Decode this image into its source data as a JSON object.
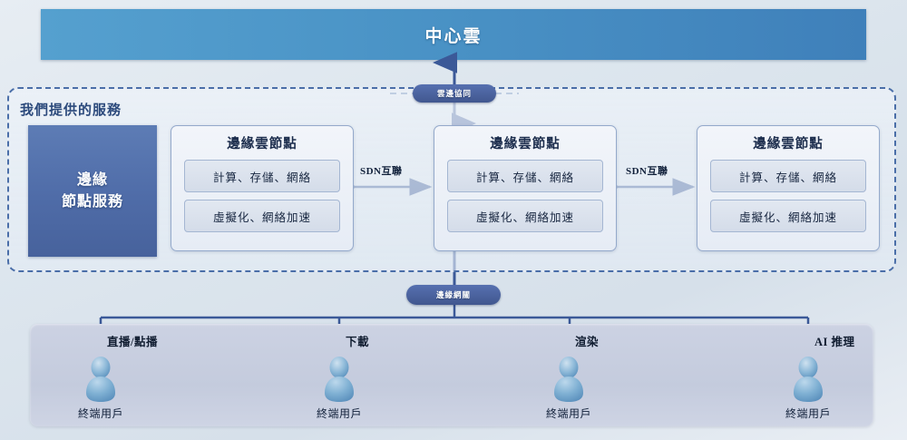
{
  "banner": {
    "label": "中心雲"
  },
  "services_panel": {
    "title": "我們提供的服務",
    "edge_service_box": {
      "line1": "邊緣",
      "line2": "節點服務"
    },
    "nodes": [
      {
        "title": "邊緣雲節點",
        "sub1": "計算、存儲、網絡",
        "sub2": "虛擬化、網絡加速"
      },
      {
        "title": "邊緣雲節點",
        "sub1": "計算、存儲、網絡",
        "sub2": "虛擬化、網絡加速"
      },
      {
        "title": "邊緣雲節點",
        "sub1": "計算、存儲、網絡",
        "sub2": "虛擬化、網絡加速"
      }
    ],
    "interconnect_labels": [
      "SDN互聯",
      "SDN互聯"
    ]
  },
  "pills": {
    "cloud_edge": "雲邊協同",
    "gateway": "邊緣網關"
  },
  "service_flows": [
    {
      "label": "直播/點播",
      "user": "終端用戶"
    },
    {
      "label": "下載",
      "user": "終端用戶"
    },
    {
      "label": "渲染",
      "user": "終端用戶"
    },
    {
      "label": "AI 推理",
      "user": "終端用戶"
    }
  ],
  "colors": {
    "banner_start": "#55a0cf",
    "banner_end": "#3f80ba",
    "dark_box": "#4f6ca8",
    "panel_border": "#4a6ea8",
    "arrow": "#3b5998",
    "users_band": "#c8cde0",
    "user_icon": "#6a9fc9"
  }
}
